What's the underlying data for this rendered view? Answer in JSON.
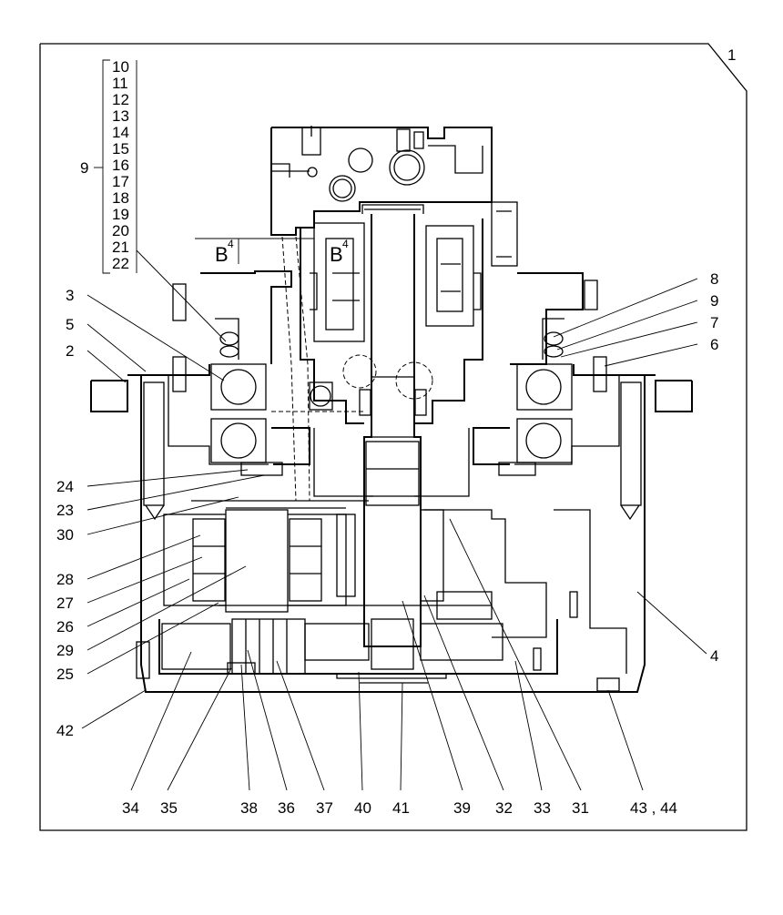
{
  "drawing": {
    "section_marks": [
      "B",
      "B"
    ],
    "section_arrow": "4",
    "group": {
      "parent": "9",
      "items": [
        "10",
        "11",
        "12",
        "13",
        "14",
        "15",
        "16",
        "17",
        "18",
        "19",
        "20",
        "21",
        "22"
      ]
    },
    "callouts": [
      "1",
      "2",
      "3",
      "4",
      "5",
      "6",
      "7",
      "8",
      "9",
      "23",
      "24",
      "25",
      "26",
      "27",
      "28",
      "29",
      "30",
      "31",
      "32",
      "33",
      "34",
      "35",
      "36",
      "37",
      "38",
      "39",
      "40",
      "41",
      "42",
      "43 , 44"
    ]
  }
}
